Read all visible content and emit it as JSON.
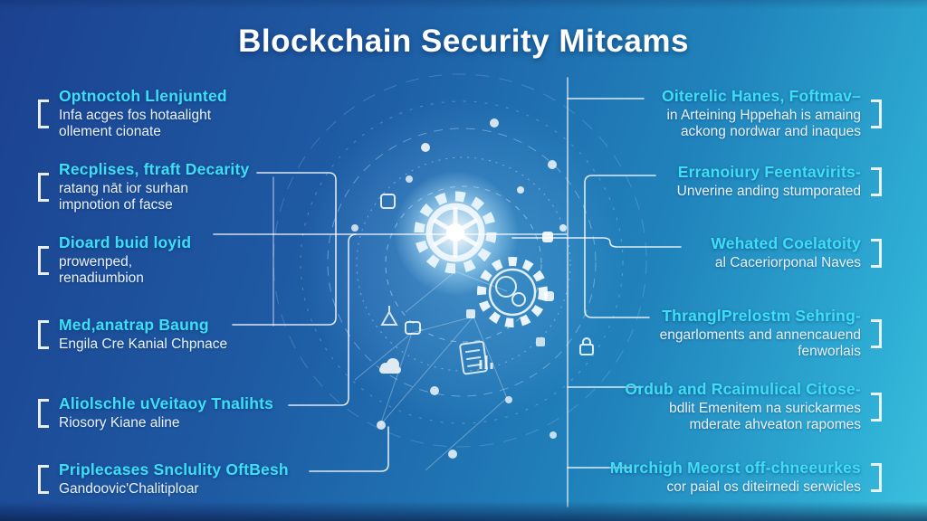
{
  "title": "Blockchain Security Mitcams",
  "colors": {
    "background_start": "#1c418f",
    "background_end": "#3cc0dd",
    "heading_accent": "#3edff6",
    "body_text": "#eaf2fb",
    "connector_line": "#ffffff"
  },
  "left_items": [
    {
      "heading": "Optnoctoh Llenjunted",
      "sub1": "Infa acges fos hotaalight",
      "sub2": "ollement cionate"
    },
    {
      "heading": "Recplises, ftraft Decarity",
      "sub1": "ratang nāt ior surhan",
      "sub2": "impnotion of facse"
    },
    {
      "heading": "Dioard buid loyid",
      "sub1": "prowenped,",
      "sub2": "renadiumbion"
    },
    {
      "heading": "Med,anatrap Baung",
      "sub1": "Engila Cre Kanial Chpnace",
      "sub2": ""
    },
    {
      "heading": "Aliolschle uVeitaoy Tnalihts",
      "sub1": "Riosory Kiane aline",
      "sub2": ""
    },
    {
      "heading": "Priplecases Snclulity OftBesh",
      "sub1": "Gandoovic'Chalitiploar",
      "sub2": ""
    }
  ],
  "right_items": [
    {
      "heading": "Oiterelic Hanes, Foftmav–",
      "sub1": "in Arteining Hppehah is amaing",
      "sub2": "ackong nordwar and inaques"
    },
    {
      "heading": "Erranoiury Feentavirits-",
      "sub1": "Unverine anding stumporated",
      "sub2": ""
    },
    {
      "heading": "Wehated Coelatoity",
      "sub1": "al Caceriorponal Naves",
      "sub2": ""
    },
    {
      "heading": "ThranglPrelostm Sehring-",
      "sub1": "engarloments and annencauend",
      "sub2": "fenworlais"
    },
    {
      "heading": "Ordub and Rcaimulical Citose-",
      "sub1": "bdlit Emenitem na surickarmes",
      "sub2": "mderate ahveaton rapomes"
    },
    {
      "heading": "Murchigh Meorst off-chneeurkes",
      "sub1": "cor paial os diteirnedi serwicles",
      "sub2": ""
    }
  ],
  "center_illustration": {
    "icons": [
      "gear-icon",
      "gear-outline-icon",
      "chip-icon",
      "cloud-icon",
      "ledger-icon",
      "lock-icon",
      "chart-bars-icon",
      "scale-icon",
      "node-dots",
      "orbit-rings"
    ]
  }
}
